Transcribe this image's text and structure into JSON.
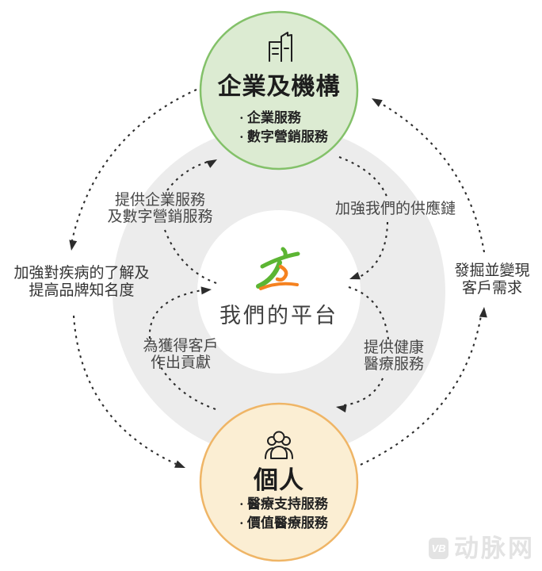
{
  "colors": {
    "top_circle_fill": "#dcebd2",
    "top_circle_border": "#83c169",
    "bottom_circle_fill": "#fbeed3",
    "bottom_circle_border": "#efb566",
    "ring": "#ececec",
    "arrow": "#2c2c2c",
    "logo_green": "#5cb533",
    "logo_orange": "#f58220",
    "title_text": "#1d1d1d",
    "label_text": "#474747",
    "watermark": "#e3e3e3"
  },
  "center": {
    "label": "我們的平台",
    "logo_icon": "leaping-figure-brand-logo"
  },
  "top_circle": {
    "icon": "buildings-icon",
    "title": "企業及機構",
    "bullets": [
      "· 企業服務",
      "· 數字營銷服務"
    ]
  },
  "bottom_circle": {
    "icon": "people-group-icon",
    "title": "個人",
    "bullets": [
      "· 醫療支持服務",
      "· 價值醫療服務"
    ]
  },
  "flow_labels": {
    "outer_left": {
      "line1": "加強對疾病的了解及",
      "line2": "提高品牌知名度"
    },
    "outer_right": {
      "line1": "發掘並變現",
      "line2": "客戶需求"
    },
    "inner_top_left": {
      "line1": "提供企業服務",
      "line2": "及數字營銷服務"
    },
    "inner_top_right": {
      "line1": "加強我們的供應鏈"
    },
    "inner_bottom_left": {
      "line1": "為獲得客戶",
      "line2": "作出貢獻"
    },
    "inner_bottom_right": {
      "line1": "提供健康",
      "line2": "醫療服務"
    }
  },
  "watermark": {
    "icon": "vb-logo",
    "logo_letters": "VB",
    "text": "动脉网"
  }
}
